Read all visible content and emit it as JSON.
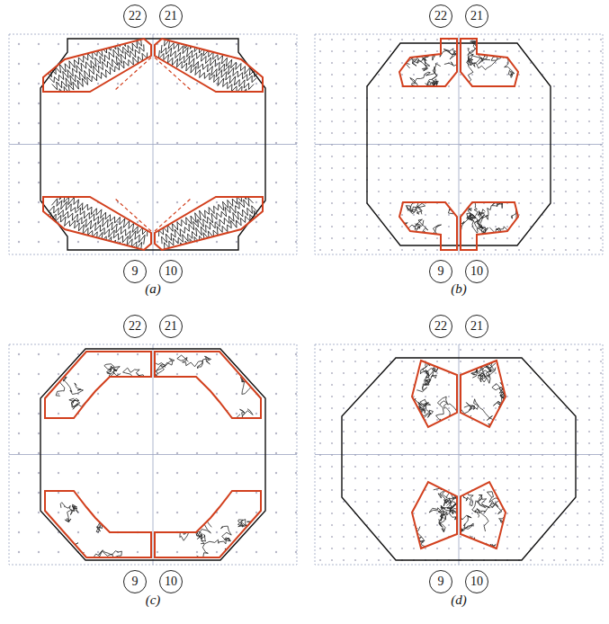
{
  "diagram": {
    "nodes": [
      {
        "text": [
          "22"
        ]
      },
      {
        "text": [
          "21"
        ]
      },
      {
        "text": [
          "22"
        ]
      },
      {
        "text": [
          "21"
        ]
      },
      {
        "text": [
          "9"
        ]
      },
      {
        "text": [
          "10"
        ]
      },
      {
        "text": [
          "9"
        ]
      },
      {
        "text": [
          "10"
        ]
      },
      {
        "text": [
          "22"
        ]
      },
      {
        "text": [
          "21"
        ]
      },
      {
        "text": [
          "22"
        ]
      },
      {
        "text": [
          "21"
        ]
      },
      {
        "text": [
          "9"
        ]
      },
      {
        "text": [
          "10"
        ]
      },
      {
        "text": [
          "9"
        ]
      },
      {
        "text": [
          "10"
        ]
      }
    ],
    "labels": [
      "(a)",
      "(b)",
      "(c)",
      "(d)"
    ]
  }
}
